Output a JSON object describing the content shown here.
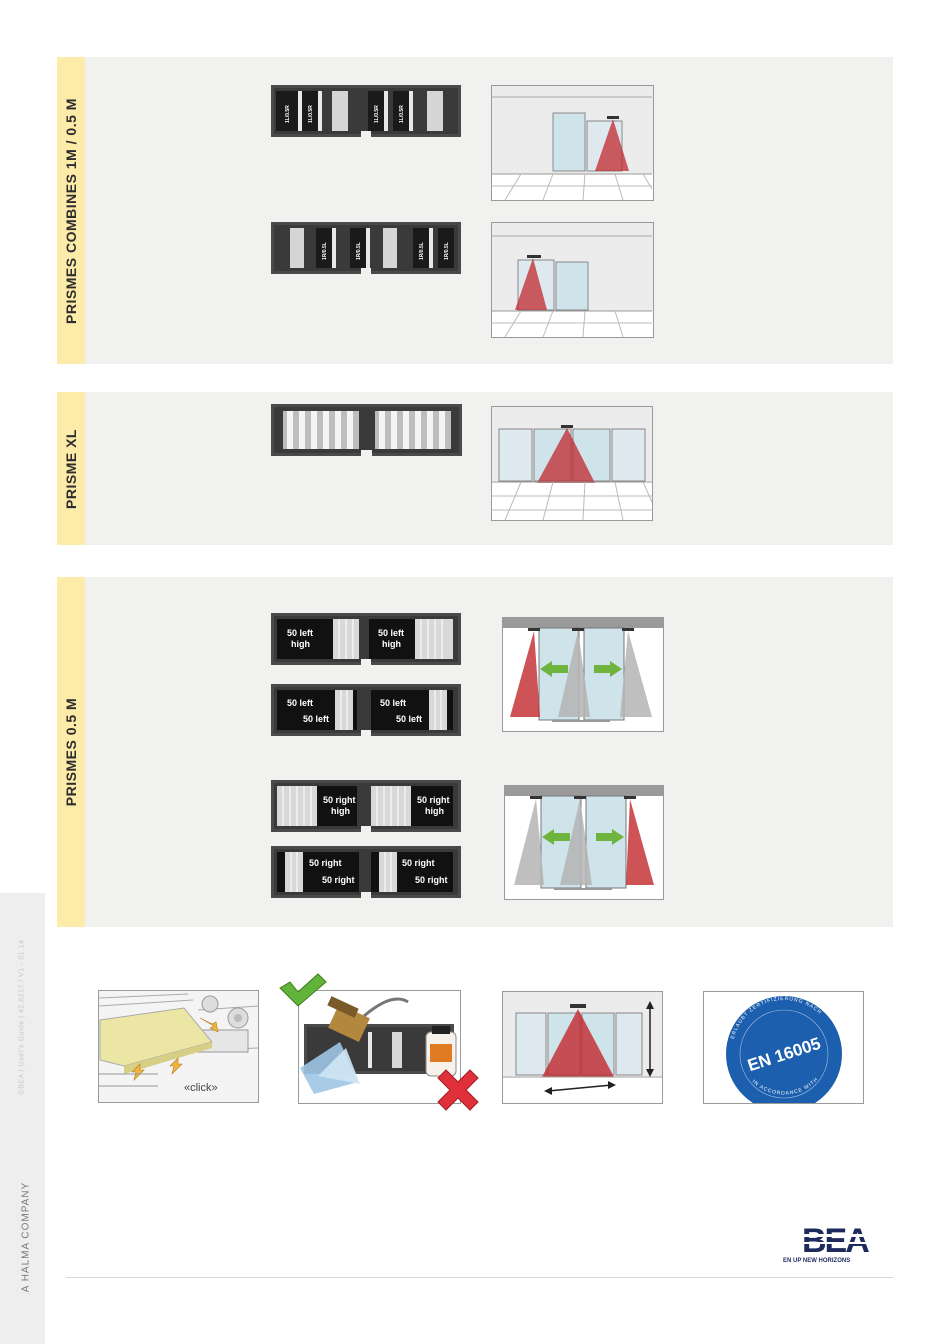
{
  "sections": [
    {
      "title": "PRISMES COMBINES 1M / 0.5 M"
    },
    {
      "title": "PRISME XL"
    },
    {
      "title": "PRISMES 0.5 M"
    }
  ],
  "combined": {
    "top_labels": [
      "1L/0.5R",
      "1L/0.5R",
      "1L/0.5R",
      "1L/0.5R"
    ],
    "bottom_labels": [
      "1R/0.5L",
      "1R/0.5L",
      "1R/0.5L",
      "1R/0.5L"
    ]
  },
  "half": {
    "p1_l1": "50 left",
    "p1_l2": "high",
    "p2_l1": "50 left",
    "p2_l2": "50 left",
    "p3_l1": "50 right",
    "p3_l2": "high",
    "p4_l1": "50 right",
    "p4_l2": "50 right"
  },
  "bottom": {
    "click_label": "«click»",
    "cert_label": "EN 16005",
    "cert_ring_top": "ERLAUBT ZERTIFIZIERUNG NACH",
    "cert_ring_bottom": "IN ACCORDANCE WITH"
  },
  "sidebar": {
    "guide_text": "©BEA | User's Guide | 42.8217 / V1 - 01.14",
    "company": "A HALMA COMPANY"
  },
  "logo": {
    "text": "BEA",
    "tagline": "EN UP NEW HORIZONS"
  },
  "colors": {
    "tab": "#fdeba9",
    "panel": "#f1f1f0",
    "beam": "#c0282d",
    "arrow": "#6fb43f",
    "brand": "#1e2a5c",
    "cert": "#1b5fae"
  }
}
